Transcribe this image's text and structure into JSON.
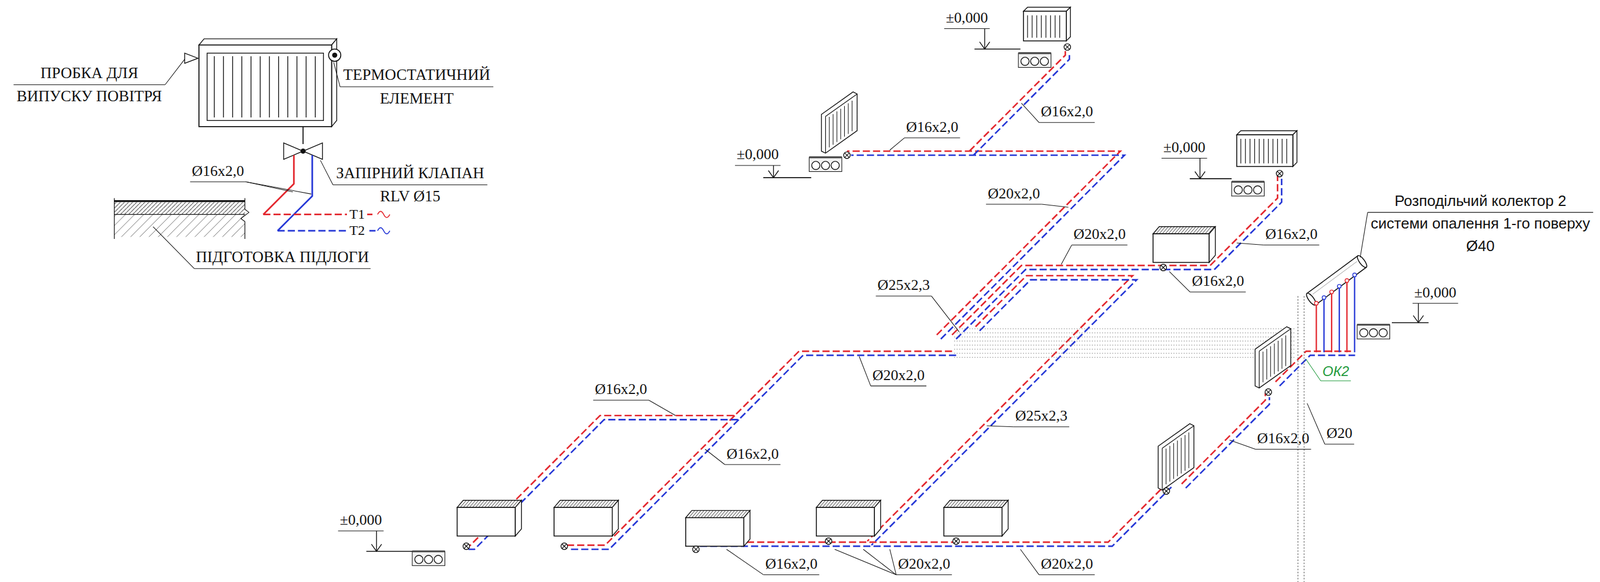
{
  "diagram": {
    "labels": [
      "ПРОБКА ДЛЯ ВИПУСКУ ПОВІТРЯ",
      "ТЕРМОСТАТИЧНИЙ ЕЛЕМЕНТ",
      "Ø16x2,0",
      "ЗАПІРНИЙ КЛАПАН RLV Ø15",
      "Т1",
      "Т2",
      "ПІДГОТОВКА ПІДЛОГИ",
      "±0,000",
      "Ø16x2,0",
      "Ø16x2,0",
      "±0,000",
      "Ø20x2,0",
      "±0,000",
      "Ø20x2,0",
      "Ø16x2,0",
      "Ø16x2,0",
      "Ø25x2,3",
      "Розподільчий колектор 2 системи опалення 1-го поверху Ø40",
      "±0,000",
      "ОК2",
      "Ø20x2,0",
      "Ø16x2,0",
      "Ø25x2,3",
      "Ø20",
      "Ø16x2,0",
      "Ø16x2,0",
      "±0,000",
      "Ø16x2,0",
      "Ø20x2,0",
      "Ø20x2,0"
    ]
  }
}
